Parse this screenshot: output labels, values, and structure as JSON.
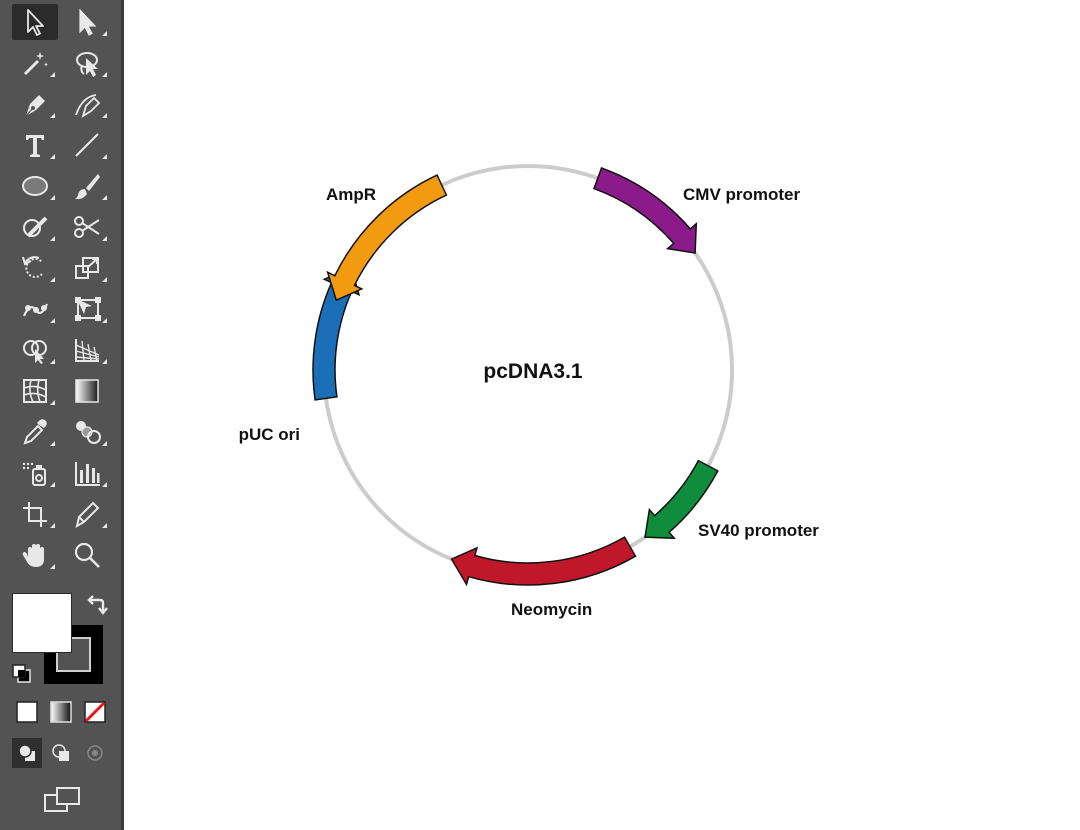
{
  "toolbar": {
    "tools": [
      {
        "name": "selection-tool",
        "icon": "selection-arrow-icon",
        "active": true
      },
      {
        "name": "direct-selection-tool",
        "icon": "direct-selection-arrow-icon"
      },
      {
        "name": "magic-wand-tool",
        "icon": "magic-wand-icon"
      },
      {
        "name": "lasso-tool",
        "icon": "lasso-icon"
      },
      {
        "name": "pen-tool",
        "icon": "pen-icon"
      },
      {
        "name": "curvature-tool",
        "icon": "curvature-pen-icon"
      },
      {
        "name": "type-tool",
        "icon": "type-icon"
      },
      {
        "name": "line-segment-tool",
        "icon": "line-icon"
      },
      {
        "name": "ellipse-tool",
        "icon": "ellipse-icon"
      },
      {
        "name": "paintbrush-tool",
        "icon": "paintbrush-icon"
      },
      {
        "name": "shaper-tool",
        "icon": "shaper-icon"
      },
      {
        "name": "scissors-tool",
        "icon": "scissors-icon"
      },
      {
        "name": "rotate-tool",
        "icon": "rotate-icon"
      },
      {
        "name": "scale-tool",
        "icon": "scale-icon"
      },
      {
        "name": "puppet-warp-tool",
        "icon": "puppet-warp-icon"
      },
      {
        "name": "free-transform-tool",
        "icon": "free-transform-icon"
      },
      {
        "name": "shape-builder-tool",
        "icon": "shape-builder-icon"
      },
      {
        "name": "perspective-grid-tool",
        "icon": "perspective-grid-icon"
      },
      {
        "name": "mesh-tool",
        "icon": "mesh-icon"
      },
      {
        "name": "gradient-tool",
        "icon": "gradient-icon"
      },
      {
        "name": "eyedropper-tool",
        "icon": "eyedropper-icon"
      },
      {
        "name": "blend-tool",
        "icon": "blend-icon"
      },
      {
        "name": "symbol-sprayer-tool",
        "icon": "symbol-sprayer-icon"
      },
      {
        "name": "column-graph-tool",
        "icon": "column-graph-icon"
      },
      {
        "name": "artboard-tool",
        "icon": "artboard-icon"
      },
      {
        "name": "slice-tool",
        "icon": "slice-icon"
      },
      {
        "name": "hand-tool",
        "icon": "hand-icon"
      },
      {
        "name": "zoom-tool",
        "icon": "zoom-icon"
      }
    ],
    "fill_color": "#ffffff",
    "stroke_color": "#000000",
    "background": "#535353"
  },
  "plasmid": {
    "name": "pcDNA3.1",
    "backbone_color": "#cccccc",
    "features": [
      {
        "label": "CMV promoter",
        "color": "#8b1a8b",
        "start_deg": 20,
        "end_deg": 55
      },
      {
        "label": "SV40 promoter",
        "color": "#0f8c3c",
        "start_deg": 118,
        "end_deg": 145
      },
      {
        "label": "Neomycin",
        "color": "#c0182a",
        "start_deg": 150,
        "end_deg": 202
      },
      {
        "label": "pUC ori",
        "color": "#1a6fb8",
        "start_deg": 262,
        "end_deg": 300
      },
      {
        "label": "AmpR",
        "color": "#f29b11",
        "start_deg": 335,
        "end_deg": 290
      }
    ]
  }
}
